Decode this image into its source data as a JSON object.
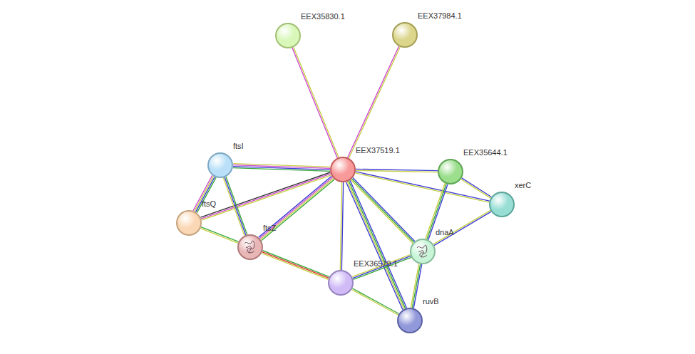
{
  "diagram": {
    "nodes": [
      {
        "text": [
          "EEX35830.1"
        ]
      },
      {
        "text": [
          "EEX37984.1"
        ]
      },
      {
        "text": [
          "ftsI"
        ]
      },
      {
        "text": [
          "EEX37519.1"
        ]
      },
      {
        "text": [
          "EEX35644.1"
        ]
      },
      {
        "text": [
          "xerC"
        ]
      },
      {
        "text": [
          "ftsQ"
        ]
      },
      {
        "text": [
          "ftsZ"
        ]
      },
      {
        "text": [
          "dnaA"
        ]
      },
      {
        "text": [
          "EEX36579.1"
        ]
      },
      {
        "text": [
          "ruvB"
        ]
      }
    ],
    "edges": [
      {
        "from": 3,
        "to": 0,
        "arrow": "none"
      },
      {
        "from": 3,
        "to": 1,
        "arrow": "none"
      },
      {
        "from": 3,
        "to": 2,
        "arrow": "none"
      },
      {
        "from": 3,
        "to": 6,
        "arrow": "none"
      },
      {
        "from": 3,
        "to": 7,
        "arrow": "none"
      },
      {
        "from": 3,
        "to": 4,
        "arrow": "none"
      },
      {
        "from": 3,
        "to": 5,
        "arrow": "none"
      },
      {
        "from": 3,
        "to": 8,
        "arrow": "none"
      },
      {
        "from": 3,
        "to": 9,
        "arrow": "none"
      },
      {
        "from": 3,
        "to": 10,
        "arrow": "none"
      },
      {
        "from": 2,
        "to": 6,
        "arrow": "none"
      },
      {
        "from": 2,
        "to": 7,
        "arrow": "none"
      },
      {
        "from": 6,
        "to": 7,
        "arrow": "none"
      },
      {
        "from": 7,
        "to": 9,
        "arrow": "none"
      },
      {
        "from": 4,
        "to": 5,
        "arrow": "none"
      },
      {
        "from": 4,
        "to": 8,
        "arrow": "none"
      },
      {
        "from": 5,
        "to": 8,
        "arrow": "none"
      },
      {
        "from": 8,
        "to": 9,
        "arrow": "none"
      },
      {
        "from": 8,
        "to": 10,
        "arrow": "none"
      },
      {
        "from": 9,
        "to": 10,
        "arrow": "none"
      }
    ]
  }
}
